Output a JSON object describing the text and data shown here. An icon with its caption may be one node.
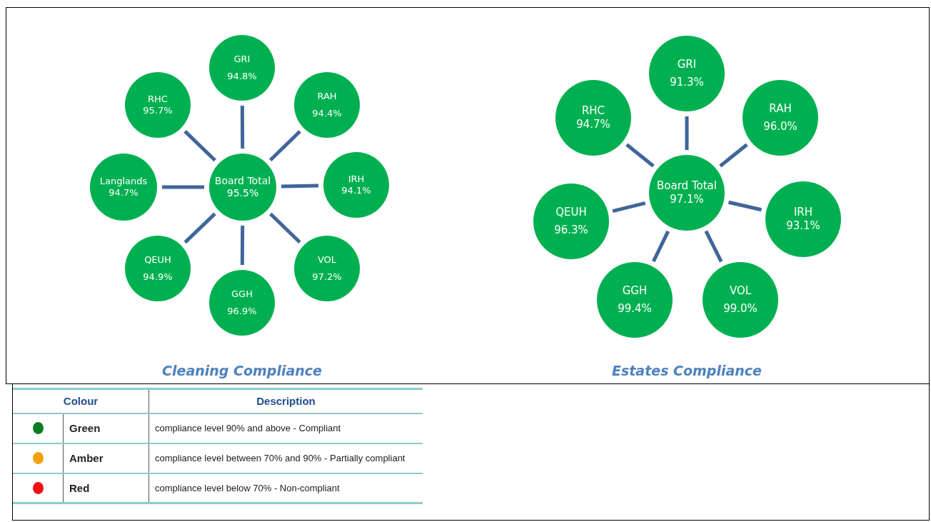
{
  "diagram": {
    "nodes": [
      {
        "text": [
          "Board Total",
          "95.5%"
        ]
      },
      {
        "text": [
          "GRI",
          "94.8%"
        ]
      },
      {
        "text": [
          "RHC",
          "95.7%"
        ]
      },
      {
        "text": [
          "RAH",
          "94.4%"
        ]
      },
      {
        "text": [
          "Langlands",
          "94.7%"
        ]
      },
      {
        "text": [
          "IRH",
          "94.1%"
        ]
      },
      {
        "text": [
          "QEUH",
          "94.9%"
        ]
      },
      {
        "text": [
          "VOL",
          "97.2%"
        ]
      },
      {
        "text": [
          "GGH",
          "96.9%"
        ]
      },
      {
        "text": [
          "Board Total",
          "97.1%"
        ]
      },
      {
        "text": [
          "GRI",
          "91.3%"
        ]
      },
      {
        "text": [
          "RHC",
          "94.7%"
        ]
      },
      {
        "text": [
          "RAH",
          "96.0%"
        ]
      },
      {
        "text": [
          "QEUH",
          "96.3%"
        ]
      },
      {
        "text": [
          "IRH",
          "93.1%"
        ]
      },
      {
        "text": [
          "GGH",
          "99.4%"
        ]
      },
      {
        "text": [
          "VOL",
          "99.0%"
        ]
      }
    ],
    "edges": [
      {
        "from": 0,
        "to": 1,
        "arrow": "none"
      },
      {
        "from": 0,
        "to": 2,
        "arrow": "none"
      },
      {
        "from": 0,
        "to": 3,
        "arrow": "none"
      },
      {
        "from": 0,
        "to": 4,
        "arrow": "none"
      },
      {
        "from": 0,
        "to": 5,
        "arrow": "none"
      },
      {
        "from": 0,
        "to": 6,
        "arrow": "none"
      },
      {
        "from": 0,
        "to": 7,
        "arrow": "none"
      },
      {
        "from": 0,
        "to": 8,
        "arrow": "none"
      },
      {
        "from": 9,
        "to": 10,
        "arrow": "none"
      },
      {
        "from": 9,
        "to": 11,
        "arrow": "none"
      },
      {
        "from": 9,
        "to": 12,
        "arrow": "none"
      },
      {
        "from": 9,
        "to": 13,
        "arrow": "none"
      },
      {
        "from": 9,
        "to": 14,
        "arrow": "none"
      },
      {
        "from": 9,
        "to": 15,
        "arrow": "none"
      },
      {
        "from": 9,
        "to": 16,
        "arrow": "none"
      }
    ],
    "labels": [
      "Cleaning Compliance",
      "Estates Compliance",
      "Colour",
      "Description",
      "compliance level 90% and above - Compliant",
      "compliance level between 70% and 90% - Partially compliant",
      "compliance level below 70% - Non-compliant"
    ],
    "legend": [
      {
        "text": "Green",
        "color": "#0b7d23"
      },
      {
        "text": "Amber",
        "color": "#f5a00f"
      },
      {
        "text": "Red",
        "color": "#f01010"
      }
    ]
  }
}
